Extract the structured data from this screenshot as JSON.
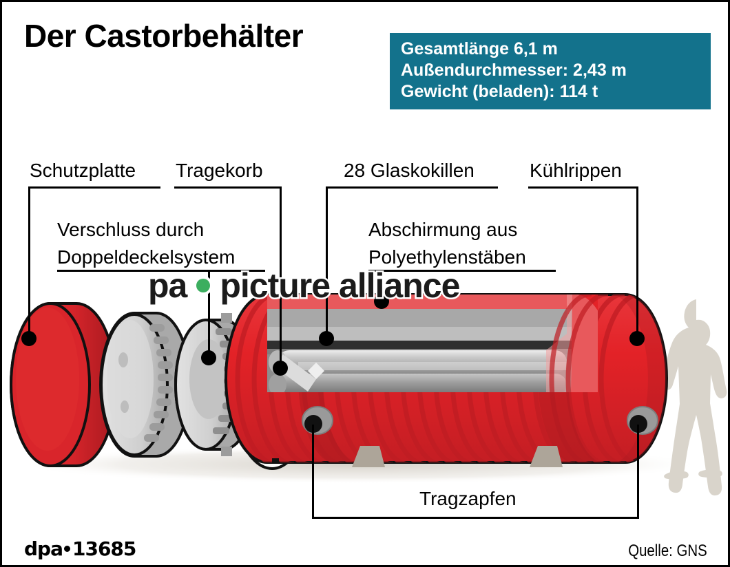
{
  "header": {
    "title": "Der Castorbehälter",
    "infobox": {
      "bg_color": "#13728C",
      "lines": [
        "Gesamtlänge 6,1 m",
        "Außendurchmesser: 2,43 m",
        "Gewicht (beladen): 114 t"
      ]
    }
  },
  "labels": {
    "schutzplatte": "Schutzplatte",
    "tragekorb": "Tragekorb",
    "verschluss_l1": "Verschluss durch",
    "verschluss_l2": "Doppeldeckelsystem",
    "glaskokillen": "28 Glaskokillen",
    "kuehlrippen": "Kühlrippen",
    "abschirmung_l1": "Abschirmung aus",
    "abschirmung_l2": "Polyethylenstäben",
    "tragzapfen": "Tragzapfen"
  },
  "watermark": {
    "pa": "pa",
    "name": "picture alliance",
    "dot_color": "#3CAE5F"
  },
  "footer": {
    "agency": "dpa",
    "id": "13685",
    "source": "Quelle: GNS"
  },
  "colors": {
    "cask_red": "#E32227",
    "cask_red_dark": "#B11C22",
    "cask_red_light": "#EE4B4B",
    "teal": "#13728C",
    "grey_light": "#D6D6D6",
    "grey_mid": "#9A9A9A",
    "grey_dark": "#3C3C3C",
    "silhouette": "#D9D4CB",
    "support_block": "#ADA599"
  }
}
